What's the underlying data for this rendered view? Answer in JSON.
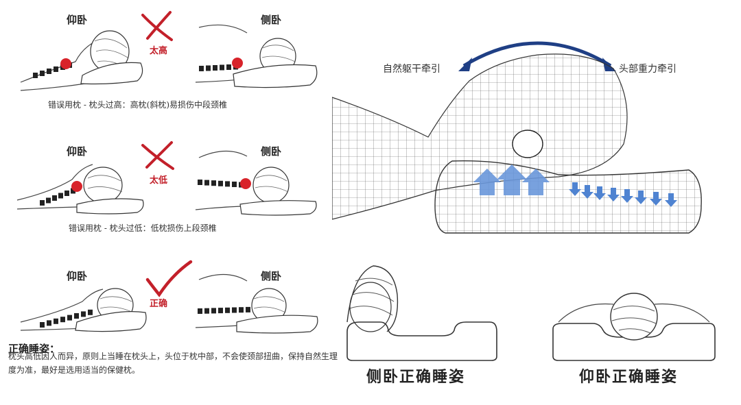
{
  "left": {
    "rows": [
      {
        "supine_label": "仰卧",
        "side_label": "侧卧",
        "mark": "太高",
        "correct": false,
        "caption": "错误用枕 - 枕头过高：高枕(斜枕)易损伤中段颈椎"
      },
      {
        "supine_label": "仰卧",
        "side_label": "侧卧",
        "mark": "太低",
        "correct": false,
        "caption": "错误用枕 - 枕头过低：低枕损伤上段颈椎"
      },
      {
        "supine_label": "仰卧",
        "side_label": "侧卧",
        "mark": "正确",
        "correct": true,
        "caption": ""
      }
    ],
    "correct_heading": "正确睡姿：",
    "correct_text": "枕头高低因人而异，原则上当睡在枕头上，头位于枕中部，不会使颈部扭曲，保持自然生理度为准，最好是选用适当的保健枕。"
  },
  "right": {
    "traction_left": "自然躯干牵引",
    "traction_right": "头部重力牵引",
    "side_correct": "侧卧正确睡姿",
    "supine_correct": "仰卧正确睡姿"
  },
  "colors": {
    "cross": "#c3202a",
    "check": "#c3202a",
    "spine": "#222222",
    "pain": "#d8232a",
    "traction_arrow": "#1f3f85",
    "up_arrow": "#6a97db",
    "down_arrow": "#4f83d1"
  }
}
